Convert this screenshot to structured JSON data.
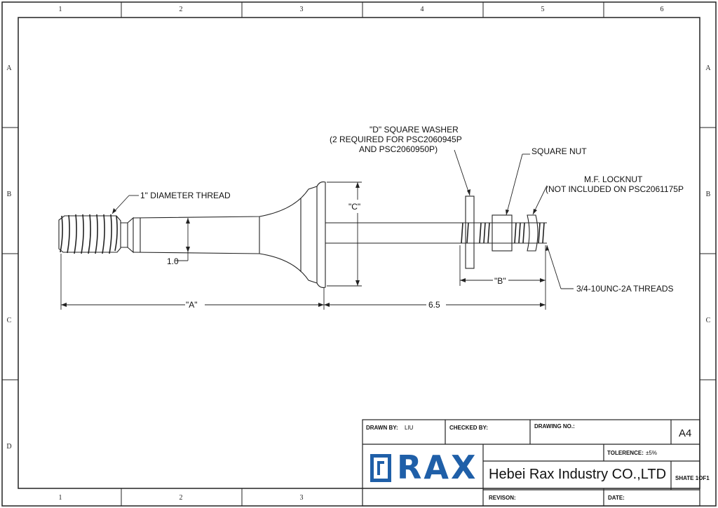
{
  "border": {
    "columns": [
      "1",
      "2",
      "3",
      "4",
      "5",
      "6"
    ],
    "rows": [
      "A",
      "B",
      "C",
      "D"
    ]
  },
  "annotations": {
    "thread_1in": "1\" DIAMETER THREAD",
    "washer_line1": "\"D\" SQUARE WASHER",
    "washer_line2": "(2 REQUIRED FOR PSC2060945P",
    "washer_line3": "AND PSC2060950P)",
    "square_nut": "SQUARE NUT",
    "locknut_line1": "M.F. LOCKNUT",
    "locknut_line2": "(NOT INCLUDED ON PSC2061175P",
    "threads": "3/4-10UNC-2A THREADS"
  },
  "dimensions": {
    "diameter": "1.0",
    "dim_a": "\"A\"",
    "dim_b": "\"B\"",
    "dim_c": "\"C\"",
    "length": "6.5"
  },
  "title_block": {
    "drawn_by_label": "DRAWN BY:",
    "drawn_by_value": "LIU",
    "checked_by_label": "CHECKED BY:",
    "drawing_no_label": "DRAWING NO.:",
    "size": "A4",
    "logo_text": "RAX",
    "tolerance_label": "TOLERENCE:",
    "tolerance_value": "±5%",
    "company": "Hebei Rax Industry CO.,LTD",
    "sheet": "SHATE 1OF1",
    "revision_label": "REVISON:",
    "date_label": "DATE:"
  },
  "colors": {
    "logo_blue": "#1f5fa8",
    "line": "#222222"
  }
}
